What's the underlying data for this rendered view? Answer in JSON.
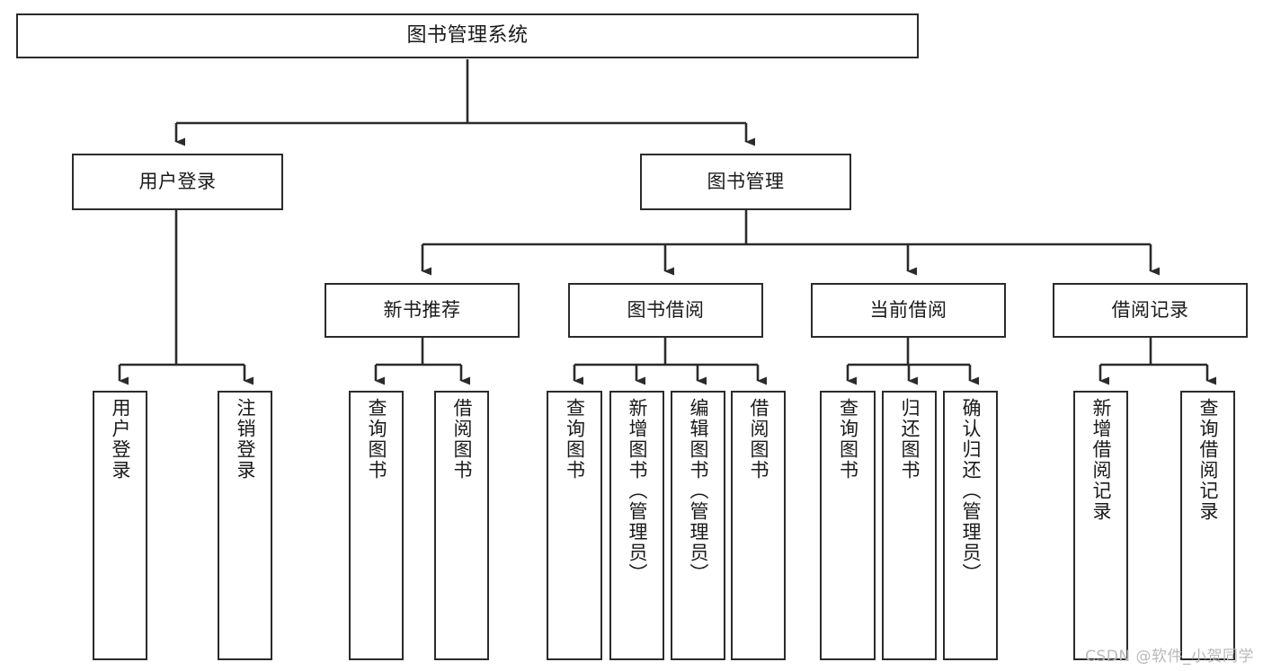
{
  "diagram": {
    "title": "图书管理系统",
    "type": "tree",
    "orientation": "top-down",
    "line_color": "#2b2b2b",
    "box_fill": "#ffffff",
    "text_color": "#1a1a1a",
    "nodes": {
      "root": {
        "label": "图书管理系统"
      },
      "level2": [
        {
          "label": "用户登录"
        },
        {
          "label": "图书管理"
        }
      ],
      "level3": [
        {
          "label": "新书推荐"
        },
        {
          "label": "图书借阅"
        },
        {
          "label": "当前借阅"
        },
        {
          "label": "借阅记录"
        }
      ],
      "leaves_user_login": [
        {
          "label": "用户登录"
        },
        {
          "label": "注销登录"
        }
      ],
      "leaves_new_book": [
        {
          "label": "查询图书"
        },
        {
          "label": "借阅图书"
        }
      ],
      "leaves_borrow": [
        {
          "label": "查询图书"
        },
        {
          "label": "新增图书（管理员）"
        },
        {
          "label": "编辑图书（管理员）"
        },
        {
          "label": "借阅图书"
        }
      ],
      "leaves_current": [
        {
          "label": "查询图书"
        },
        {
          "label": "归还图书"
        },
        {
          "label": "确认归还（管理员）"
        }
      ],
      "leaves_records": [
        {
          "label": "新增借阅记录"
        },
        {
          "label": "查询借阅记录"
        }
      ]
    }
  },
  "watermark": {
    "text": "CSDN @软件_小贺同学"
  }
}
